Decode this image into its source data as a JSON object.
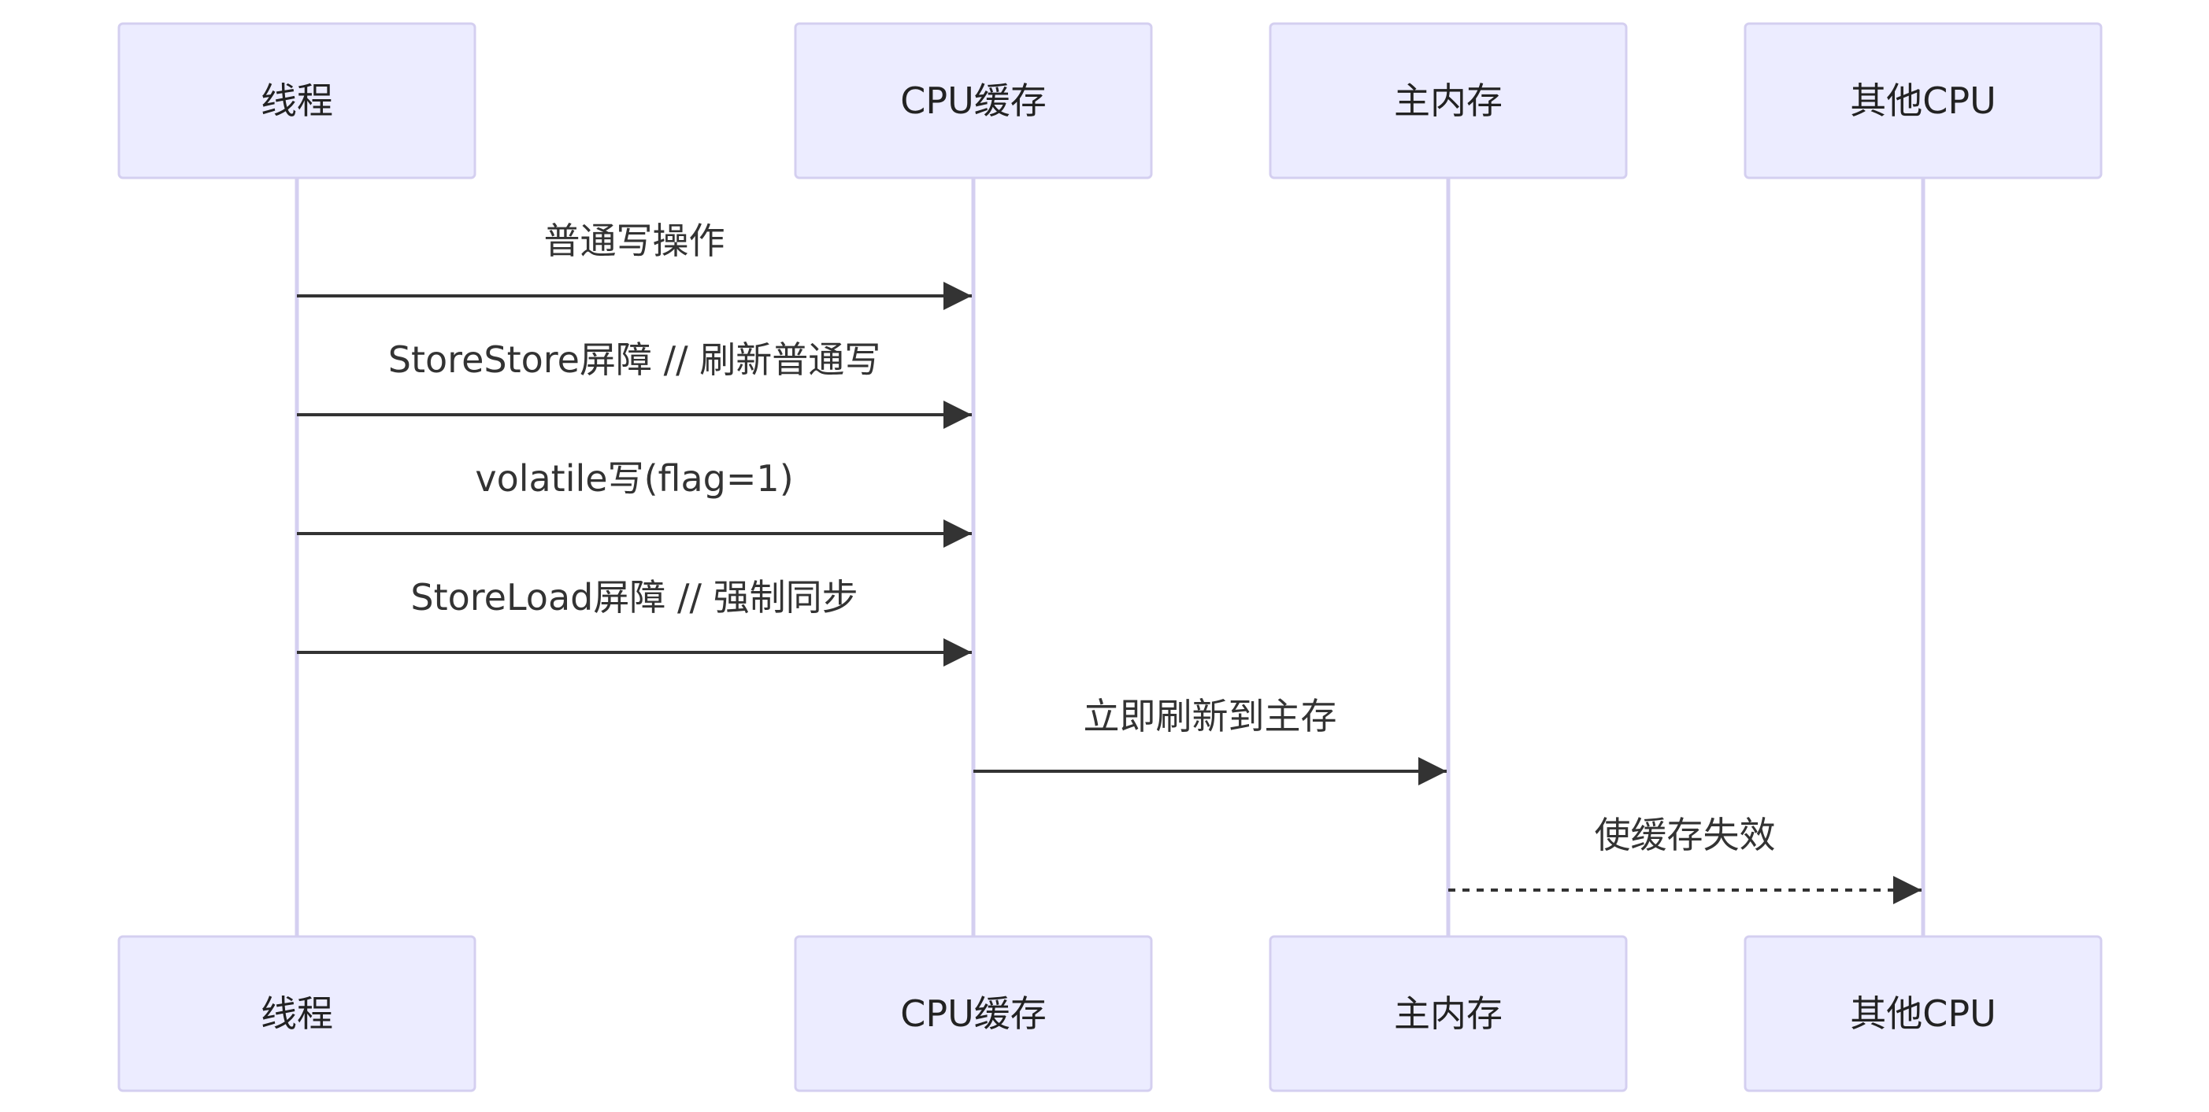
{
  "diagram": {
    "type": "sequence",
    "participants": [
      {
        "id": "thread",
        "label": "线程"
      },
      {
        "id": "cpu_cache",
        "label": "CPU缓存"
      },
      {
        "id": "main_memory",
        "label": "主内存"
      },
      {
        "id": "other_cpu",
        "label": "其他CPU"
      }
    ],
    "messages": [
      {
        "from": "thread",
        "to": "cpu_cache",
        "label": "普通写操作",
        "style": "solid"
      },
      {
        "from": "thread",
        "to": "cpu_cache",
        "label": "StoreStore屏障 // 刷新普通写",
        "style": "solid"
      },
      {
        "from": "thread",
        "to": "cpu_cache",
        "label": "volatile写(flag=1)",
        "style": "solid"
      },
      {
        "from": "thread",
        "to": "cpu_cache",
        "label": "StoreLoad屏障 // 强制同步",
        "style": "solid"
      },
      {
        "from": "cpu_cache",
        "to": "main_memory",
        "label": "立即刷新到主存",
        "style": "solid"
      },
      {
        "from": "main_memory",
        "to": "other_cpu",
        "label": "使缓存失效",
        "style": "dotted"
      }
    ],
    "colors": {
      "actor_fill": "#ECECFF",
      "actor_stroke": "#D4CFF0",
      "lifeline": "#D4CFF0",
      "line": "#333333",
      "text": "#222222"
    }
  }
}
